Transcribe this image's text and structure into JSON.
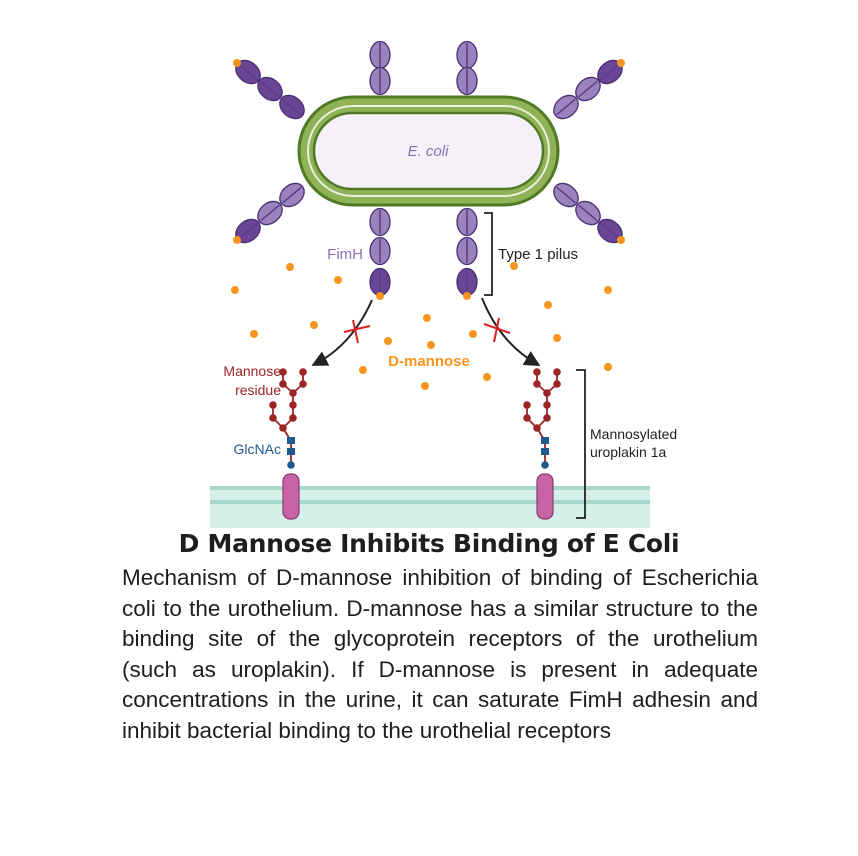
{
  "figure": {
    "bacterium_label": "E. coli",
    "fimh_label": "FimH",
    "pilus_label": "Type 1 pilus",
    "dmannose_label": "D-mannose",
    "mannose_label_line1": "Mannose",
    "mannose_label_line2": "residue",
    "glcnac_label": "GlcNAc",
    "uroplakin_label_line1": "Mannosylated",
    "uroplakin_label_line2": "uroplakin 1a",
    "colors": {
      "pilus": "#9a82bf",
      "pilus_tip": "#6a4595",
      "membrane_green": "#5e8a2e",
      "mannose": "#f7941d",
      "glycan": "#9b2424",
      "glcnac": "#1f5a8c",
      "receptor": "#c664a6",
      "membrane": "#d6efe9",
      "block": "#e02020"
    }
  },
  "title": "D Mannose Inhibits Binding of E Coli",
  "caption": "Mechanism of D-mannose inhibition of binding of Escherichia coli to the urothelium. D-mannose has a similar structure to the binding site of the glycoprotein receptors of the urothelium (such as uroplakin). If D-mannose is present in adequate concentrations in the urine, it can saturate FimH adhesin and inhibit bacterial binding to the urothelial receptors"
}
